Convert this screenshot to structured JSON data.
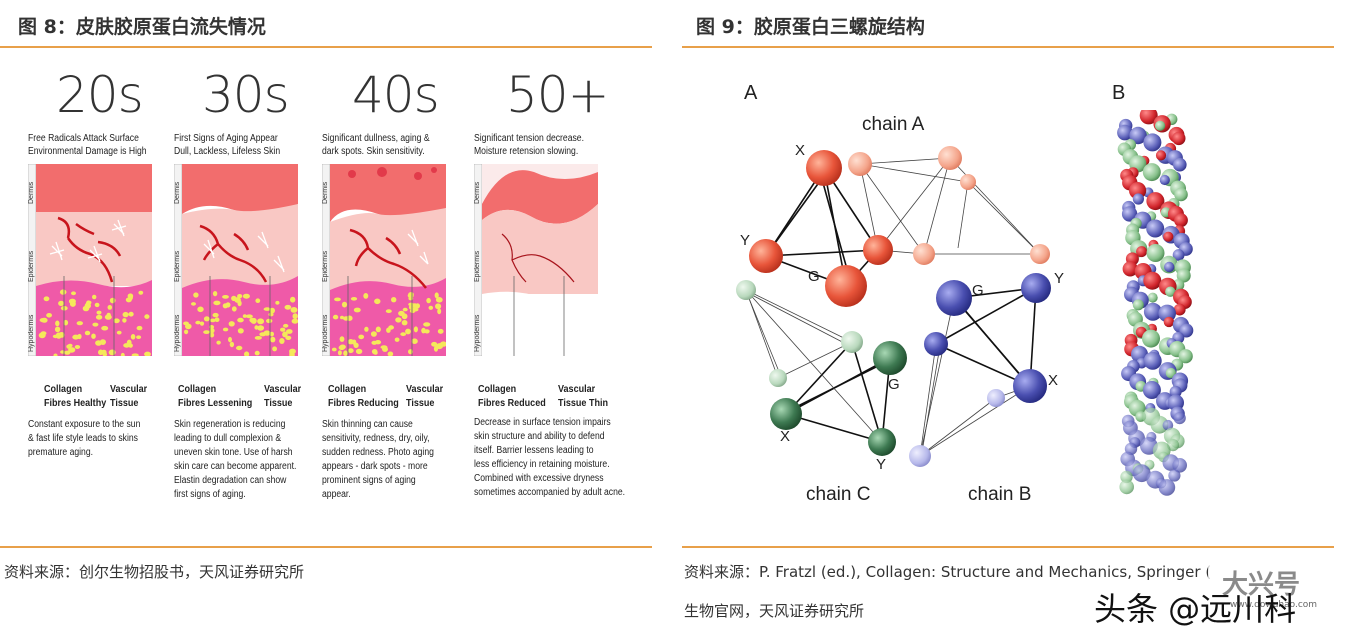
{
  "figure8": {
    "title": "图 8：皮肤胶原蛋白流失情况",
    "source": "资料来源：创尔生物招股书，天风证券研究所",
    "layers": [
      "Dermis",
      "Epidermis",
      "Hypodermis"
    ],
    "panels": [
      {
        "age": "20s",
        "caption": [
          "Free Radicals Attack Surface",
          "Environmental Damage is High"
        ],
        "label_left": [
          "Collagen",
          "Fibres Healthy"
        ],
        "label_right": [
          "Vascular",
          "Tissue"
        ],
        "description": [
          "Constant exposure to the sun",
          "& fast life style leads to skins",
          "premature aging."
        ]
      },
      {
        "age": "30s",
        "caption": [
          "First Signs of Aging Appear",
          "Dull, Lackless, Lifeless Skin"
        ],
        "label_left": [
          "Collagen",
          "Fibres Lessening"
        ],
        "label_right": [
          "Vascular",
          "Tissue"
        ],
        "description": [
          "Skin regeneration is reducing",
          "leading to dull complexion &",
          "uneven skin tone. Use of harsh",
          "skin care can become apparent.",
          "Elastin degradation can show",
          "first signs of aging."
        ]
      },
      {
        "age": "40s",
        "caption": [
          "Significant dullness, aging &",
          "dark spots. Skin sensitivity."
        ],
        "label_left": [
          "Collagen",
          "Fibres Reducing"
        ],
        "label_right": [
          "Vascular",
          "Tissue"
        ],
        "description": [
          "Skin thinning can cause",
          "sensitivity, redness, dry, oily,",
          "sudden redness. Photo aging",
          "appears - dark spots - more",
          "prominent signs of aging",
          "appear."
        ]
      },
      {
        "age": "50+",
        "caption": [
          "Significant tension decrease.",
          "Moisture retension slowing."
        ],
        "label_left": [
          "Collagen",
          "Fibres Reduced"
        ],
        "label_right": [
          "Vascular",
          "Tissue Thin"
        ],
        "description": [
          "Decrease in surface tension impairs",
          "skin structure and ability to defend",
          "itself. Barrier lessens leading to",
          "less efficiency in retaining moisture.",
          "Combined with excessive dryness",
          "sometimes accompanied by adult acne."
        ]
      }
    ]
  },
  "figure9": {
    "title": "图 9：胶原蛋白三螺旋结构",
    "source_line1": "资料来源：P. Fratzl (ed.), Collagen: Structure and Mechanics, Springer (",
    "source_line2": "生物官网，天风证券研究所",
    "panel_a": "A",
    "panel_b": "B",
    "chains": {
      "a": "chain A",
      "b": "chain B",
      "c": "chain C"
    },
    "atom_labels": {
      "a_x": "X",
      "a_y": "Y",
      "a_g": "G",
      "b_g": "G",
      "b_y": "Y",
      "b_x": "X",
      "c_g": "G",
      "c_x": "X",
      "c_y": "Y"
    },
    "colors": {
      "chain_a": "#e8553a",
      "chain_b": "#4a4fb0",
      "chain_c": "#3e7a52",
      "helix_red": "#d0232a",
      "helix_green": "#86c08a",
      "helix_blue": "#5a5fb8"
    }
  },
  "watermark": {
    "text": "头条 @远川科",
    "stamp": "大兴号",
    "stamp_url": "www.dowuhao.com"
  },
  "colors": {
    "rule": "#e8a04a",
    "dermis": "#f26d6d",
    "epidermis": "#f9c8c4",
    "hypodermis": "#ef5aa8",
    "fat": "#f5e85a"
  }
}
